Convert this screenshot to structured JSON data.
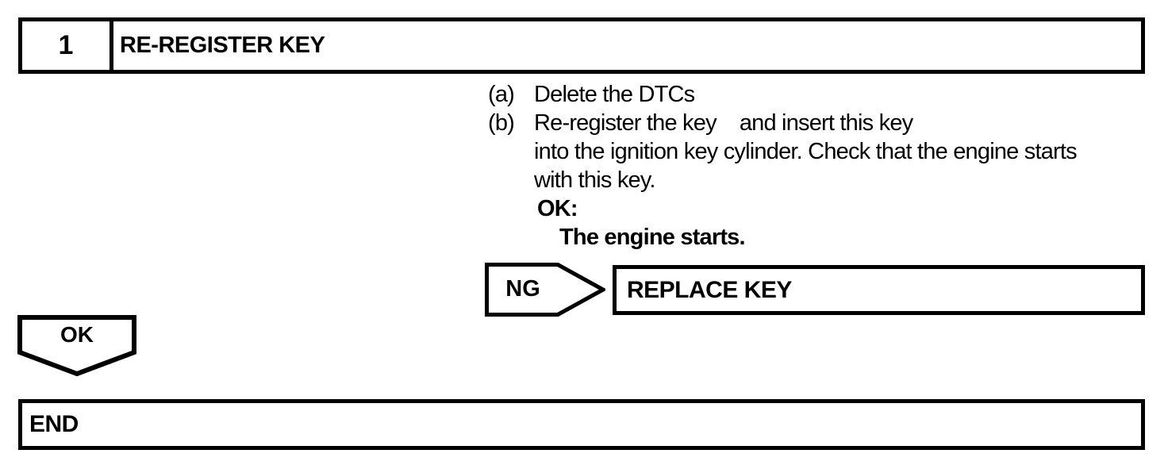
{
  "colors": {
    "ink": "#000000",
    "paper": "#ffffff"
  },
  "step_header": {
    "number": "1",
    "title": "RE-REGISTER KEY"
  },
  "instructions": {
    "items": [
      {
        "marker": "(a)",
        "lines": [
          "Delete the DTCs"
        ]
      },
      {
        "marker": "(b)",
        "lines": [
          "Re-register the key    and insert this key",
          "into the ignition key cylinder. Check that the engine starts",
          "with this key."
        ]
      }
    ],
    "ok_heading": "OK:",
    "ok_condition": "The engine starts."
  },
  "ng_branch": {
    "label": "NG",
    "action": "REPLACE KEY"
  },
  "ok_branch": {
    "label": "OK"
  },
  "end": {
    "label": "END"
  }
}
